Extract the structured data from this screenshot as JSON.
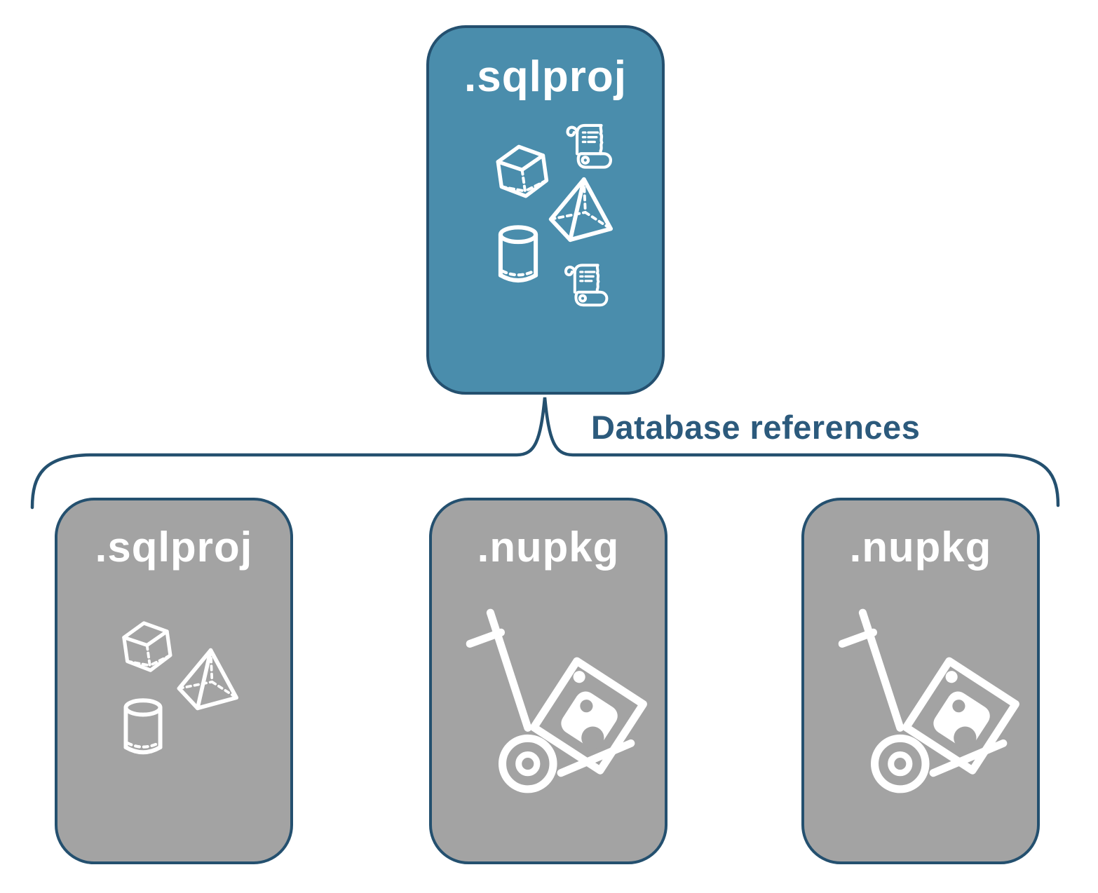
{
  "diagram": {
    "parent": {
      "label": ".sqlproj",
      "icons": [
        "scroll-icon",
        "cube-icon",
        "pyramid-icon",
        "cylinder-icon",
        "scroll-icon"
      ]
    },
    "brace_label": "Database references",
    "children": [
      {
        "label": ".sqlproj",
        "icons": [
          "cube-icon",
          "pyramid-icon",
          "cylinder-icon"
        ]
      },
      {
        "label": ".nupkg",
        "icons": [
          "nuget-package-dolly-icon"
        ]
      },
      {
        "label": ".nupkg",
        "icons": [
          "nuget-package-dolly-icon"
        ]
      }
    ],
    "colors": {
      "parent_fill": "#4a8dac",
      "child_fill": "#a3a3a3",
      "border": "#24506f",
      "label_text": "#2c5a7c",
      "icon_stroke": "#ffffff"
    }
  }
}
